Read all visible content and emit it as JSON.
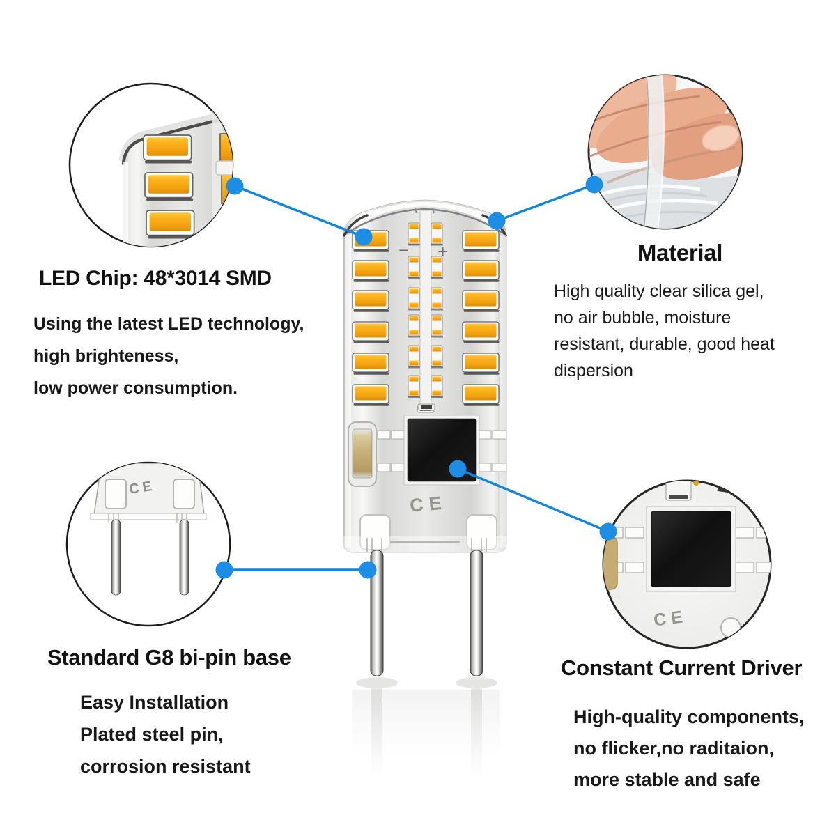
{
  "page": {
    "background": "#ffffff"
  },
  "accent": {
    "line_color": "#1486da",
    "dot_color": "#1d8ee6"
  },
  "callouts": {
    "led_chip": {
      "title": "LED Chip: 48*3014 SMD",
      "lines": [
        "Using the latest LED technology,",
        "high brighteness,",
        "low power consumption."
      ]
    },
    "material": {
      "title": "Material",
      "lines": [
        "High quality clear silica gel,",
        "no air bubble, moisture",
        "resistant, durable, good heat",
        "dispersion"
      ]
    },
    "base": {
      "title": "Standard G8 bi-pin base",
      "lines": [
        "Easy Installation",
        "Plated steel pin,",
        "corrosion resistant"
      ]
    },
    "driver": {
      "title": "Constant Current Driver",
      "lines": [
        "High-quality components,",
        "no flicker,no raditaion,",
        "more stable and safe"
      ]
    }
  },
  "marks": {
    "ce": "CE",
    "minus": "−",
    "plus": "+"
  }
}
